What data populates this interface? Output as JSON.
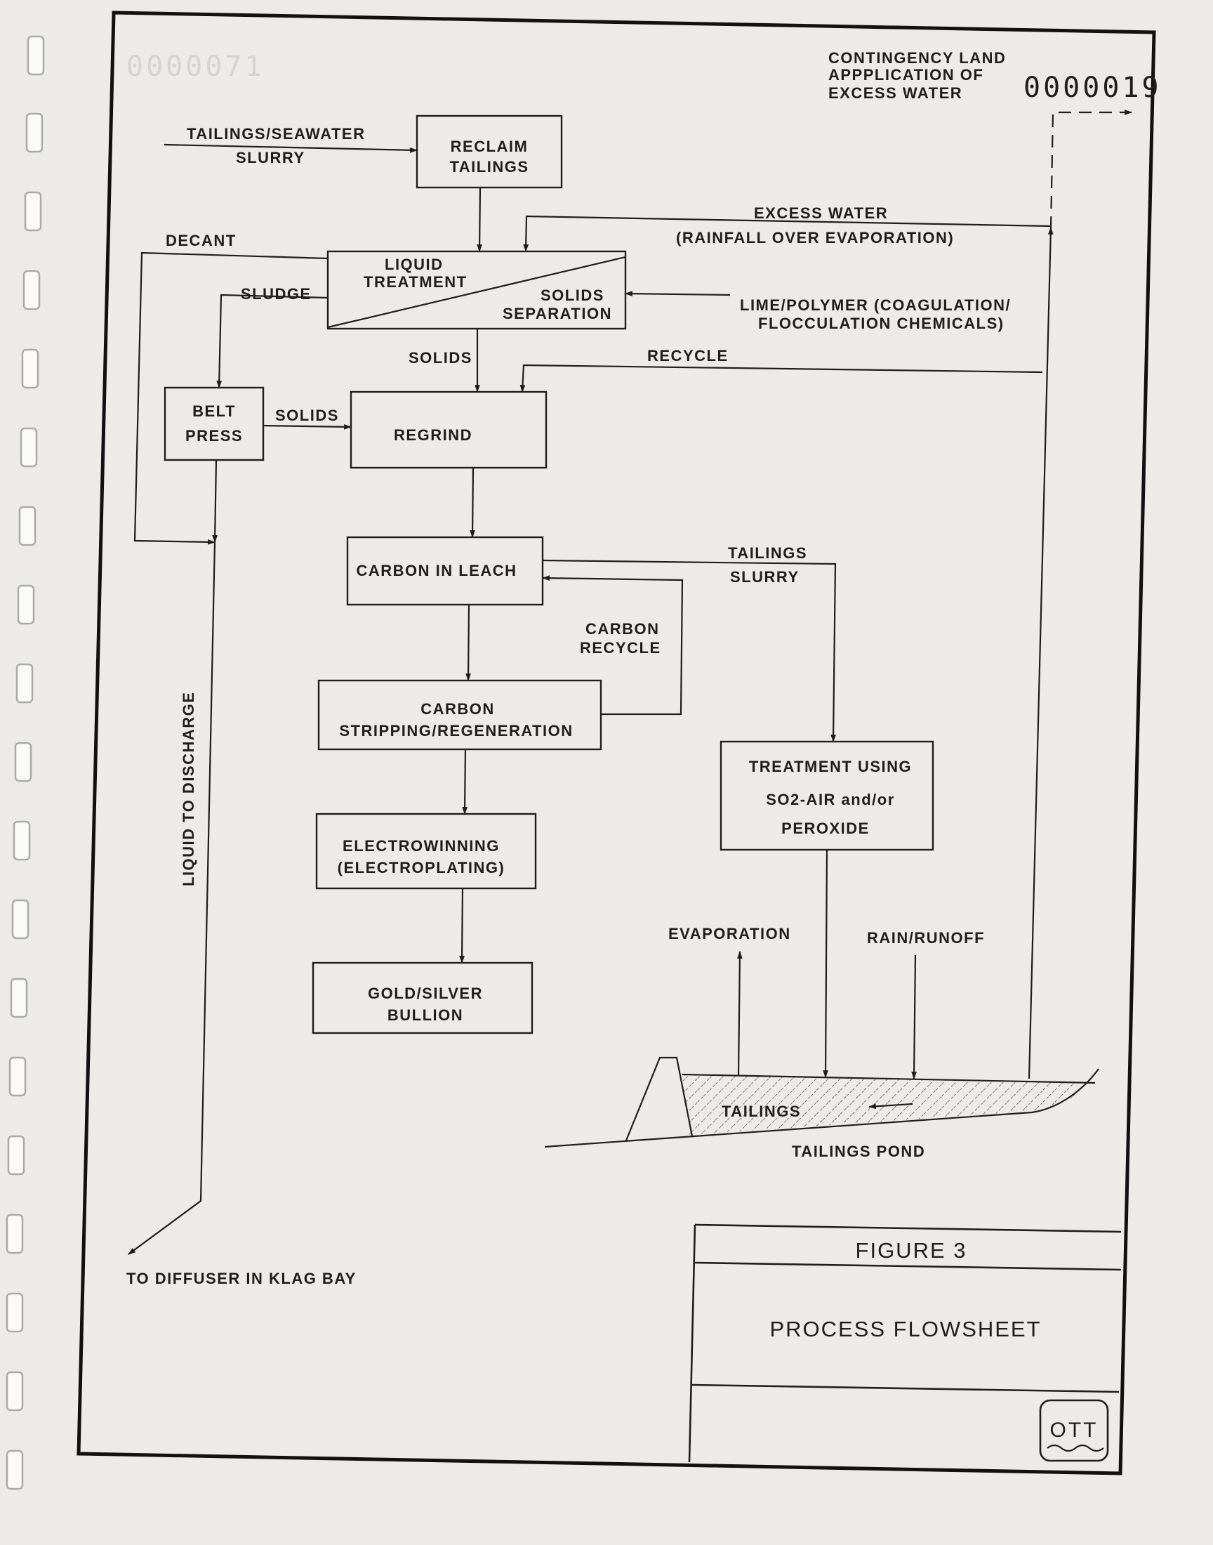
{
  "document_stamp": "0000019",
  "boxes": {
    "reclaim_tailings": [
      "RECLAIM",
      "TAILINGS"
    ],
    "liquid_treatment": [
      "LIQUID",
      "TREATMENT"
    ],
    "solids_separation": [
      "SOLIDS",
      "SEPARATION"
    ],
    "belt_press": [
      "BELT",
      "PRESS"
    ],
    "regrind": "REGRIND",
    "carbon_in_leach": "CARBON IN LEACH",
    "carbon_stripping": [
      "CARBON",
      "STRIPPING/REGENERATION"
    ],
    "electrowinning": [
      "ELECTROWINNING",
      "(ELECTROPLATING)"
    ],
    "gold_silver_bullion": [
      "GOLD/SILVER",
      "BULLION"
    ],
    "treatment": [
      "TREATMENT USING",
      "SO2-AIR and/or",
      "PEROXIDE"
    ]
  },
  "flow_labels": {
    "tailings_seawater": [
      "TAILINGS/SEAWATER",
      "SLURRY"
    ],
    "contingency": [
      "CONTINGENCY LAND",
      "APPPLICATION OF",
      "EXCESS WATER"
    ],
    "excess_water": [
      "EXCESS WATER",
      "(RAINFALL OVER EVAPORATION)"
    ],
    "decant": "DECANT",
    "sludge": "SLUDGE",
    "lime_polymer": [
      "LIME/POLYMER (COAGULATION/",
      "FLOCCULATION CHEMICALS)"
    ],
    "solids_down": "SOLIDS",
    "recycle": "RECYCLE",
    "solids_belt": "SOLIDS",
    "tailings_slurry": [
      "TAILINGS",
      "SLURRY"
    ],
    "carbon_recycle": [
      "CARBON",
      "RECYCLE"
    ],
    "liquid_to_discharge": "LIQUID TO DISCHARGE",
    "evaporation": "EVAPORATION",
    "rain_runoff": "RAIN/RUNOFF",
    "tailings": "TAILINGS",
    "tailings_pond": "TAILINGS POND",
    "diffuser": "TO DIFFUSER IN KLAG BAY"
  },
  "title_block": {
    "figure": "FIGURE 3",
    "title": "PROCESS FLOWSHEET",
    "logo": "OTT"
  },
  "colors": {
    "paper": "#ecebe7",
    "ink": "#1e1e1e"
  }
}
